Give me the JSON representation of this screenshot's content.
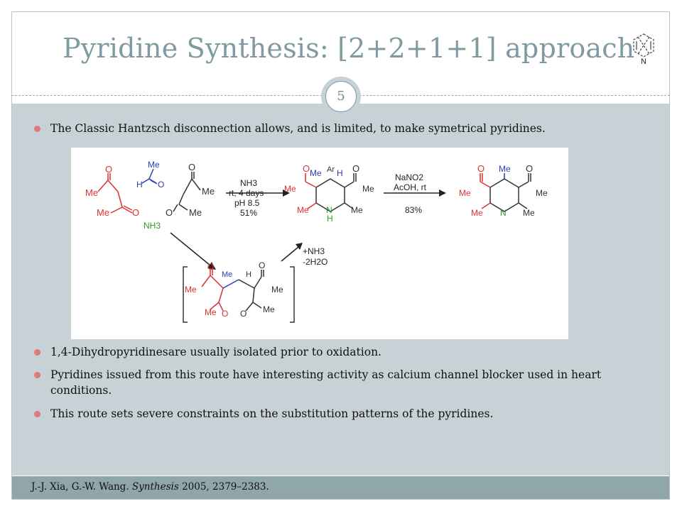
{
  "slide": {
    "title": "Pyridine Synthesis: [2+2+1+1] approach",
    "page_number": "5",
    "logo_letter": "N"
  },
  "bullets": {
    "b1": "The Classic Hantzsch disconnection allows, and is limited, to make symetrical pyridines.",
    "b2": " 1,4-Dihydropyridinesare usually isolated prior to oxidation.",
    "b3": "Pyridines issued from this route have interesting activity as calcium channel blocker used in heart conditions.",
    "b4": "This route sets severe constraints on the substitution patterns of the pyridines."
  },
  "scheme": {
    "me": "Me",
    "o": "O",
    "h": "H",
    "n": "N",
    "nh3": "NH3",
    "ar": "Ar",
    "step1_line1": "NH3",
    "step1_line2": "rt, 4 days",
    "step1_line3": "pH 8.5",
    "step1_yield": "51%",
    "step2_line1": "NaNO2",
    "step2_line2": "AcOH, rt",
    "step2_yield": "83%",
    "int_line1": "+NH3",
    "int_line2": "-2H2O"
  },
  "footer": {
    "authors": "J.-J. Xia, G.-W. Wang. ",
    "journal": "Synthesis",
    "ref": " 2005,  2379–2383."
  },
  "colors": {
    "title": "#7f9aa0",
    "content_bg": "#c7d1d6",
    "footer_bg": "#8fa6ab",
    "bullet": "#e07a7a",
    "red": "#e03030",
    "blue": "#2a3fb0",
    "green": "#2f9a2f"
  }
}
